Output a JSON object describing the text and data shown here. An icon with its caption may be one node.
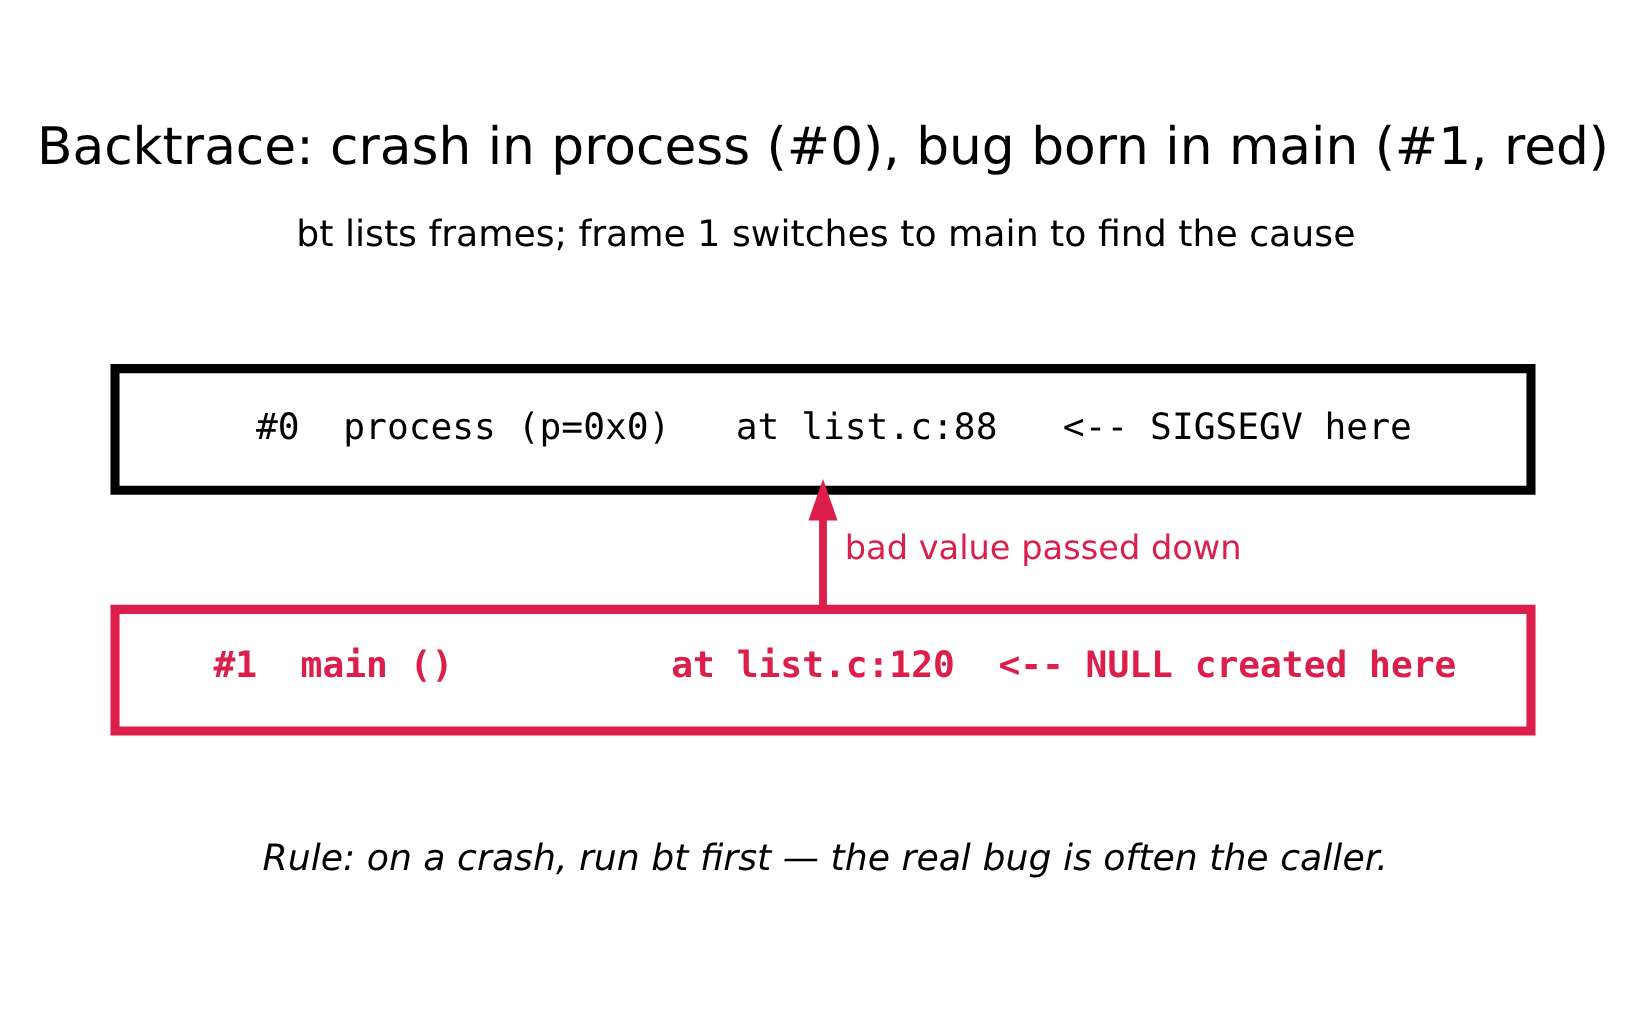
{
  "diagram": {
    "title": "Backtrace: crash in process (#0), bug born in main (#1, red)",
    "nodes": [
      {
        "text": [
          "#0  process (p=0x0)   at list.c:88   <-- SIGSEGV here"
        ]
      },
      {
        "text": [
          "#1  main ()          at list.c:120  <-- NULL created here"
        ]
      }
    ],
    "edges": [
      {
        "from": 1,
        "to": 0,
        "arrow": "to",
        "label": "bad value passed down",
        "color": "#dc1e4b"
      }
    ],
    "labels": [
      "bt lists frames; frame 1 switches to main to find the cause",
      "Rule: on a crash, run bt first — the real bug is often the caller."
    ]
  }
}
